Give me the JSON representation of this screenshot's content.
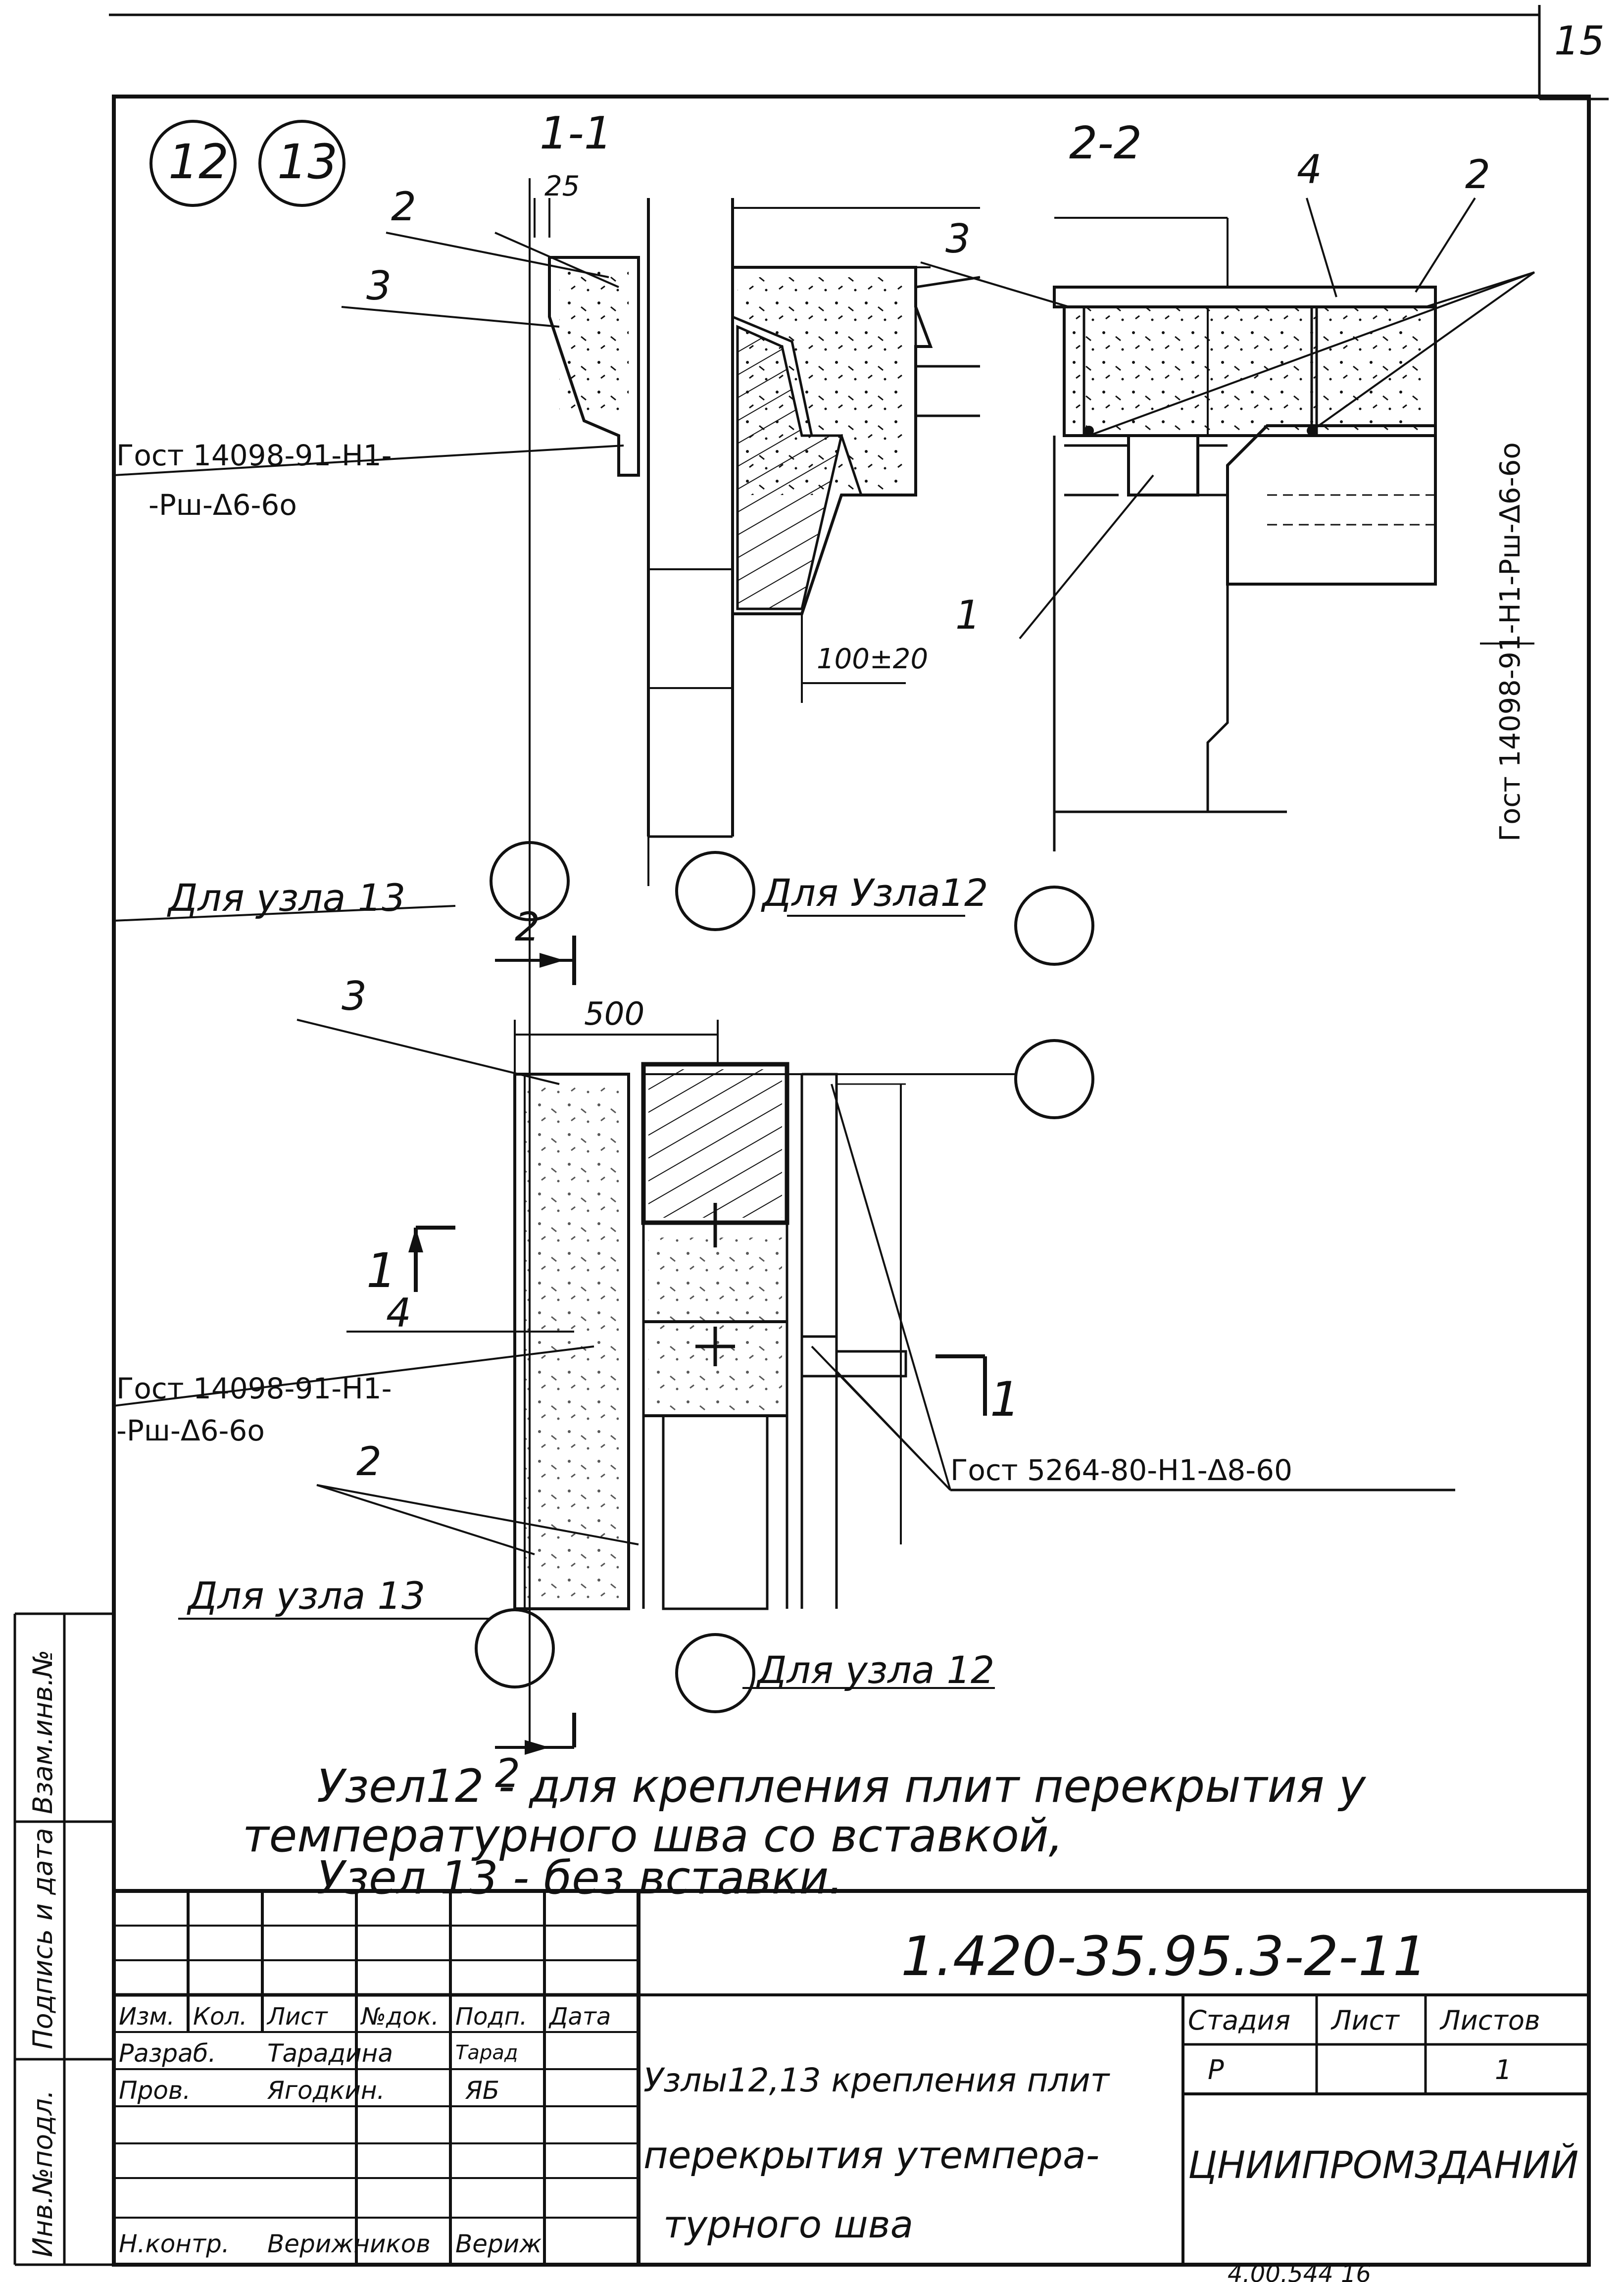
{
  "sheet_corner_number": "15",
  "node_bubbles": [
    "12",
    "13"
  ],
  "sections": {
    "s11": "1-1",
    "s22": "2-2"
  },
  "section_marks": {
    "mark1_left": "1",
    "mark1_right": "1",
    "mark2_top": "2",
    "mark2_bottom": "2"
  },
  "dimensions": {
    "d25": "25",
    "d100": "100±20",
    "d500": "500"
  },
  "callouts": {
    "n1": "1",
    "n2a": "2",
    "n3a": "3",
    "n2b": "2",
    "n3b": "3",
    "n4b": "4",
    "n3c": "3",
    "n4c": "4",
    "n2c": "2"
  },
  "weld_notes": {
    "w1_line1": "Гост 14098-91-Н1-",
    "w1_line2": "-Рш-Δ6-6о",
    "w2_vertical": "Гост 14098-91-Н1-Рш-Δ6-6о",
    "w3_line1": "Гост 14098-91-Н1-",
    "w3_line2": "-Рш-Δ6-6о",
    "w4": "Гост 5264-80-Н1-Δ8-60"
  },
  "node_labels": {
    "for13_top": "Для узла 13",
    "for12_top": "Для Узла12",
    "for13_bottom": "Для узла 13",
    "for12_bottom": "Для узла 12"
  },
  "notes": {
    "line1": "Узел12 - для крепления плит перекрытия у",
    "line2": "температурного шва со вставкой,",
    "line3": "Узел 13 - без вставки."
  },
  "side_stamp": {
    "inv_podl": "Инв.№подл.",
    "podpis_data": "Подпись и дата",
    "vzam_inv": "Взам.инв.№"
  },
  "title_block": {
    "document_code": "1.420-35.95.3-2-11",
    "headers": [
      "Изм.",
      "Кол.",
      "Лист",
      "№док.",
      "Подп.",
      "Дата"
    ],
    "rows": [
      {
        "role": "Разраб.",
        "name": "Тарадина",
        "sign": "Тарад"
      },
      {
        "role": "Пров.",
        "name": "Ягодкин.",
        "sign": "ЯБ"
      },
      {
        "role": "Н.контр.",
        "name": "Верижников",
        "sign": "Вериж"
      }
    ],
    "title_line1": "Узлы12,13 крепления плит",
    "title_line2": "перекрытия утемпера-",
    "title_line3": "турного шва",
    "stage_label": "Стадия",
    "sheet_label": "Лист",
    "sheets_label": "Листов",
    "stage_value": "Р",
    "sheets_value": "1",
    "organization": "ЦНИИПРОМЗДАНИЙ"
  },
  "bottom_number": "4.00.544 16"
}
